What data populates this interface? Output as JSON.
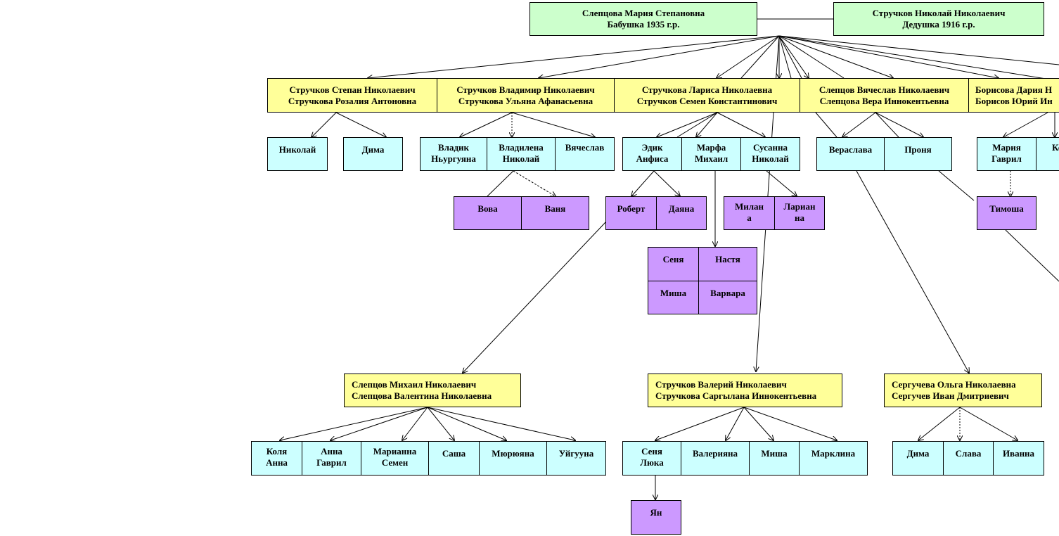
{
  "grandparents": {
    "grandmother": {
      "line1": "Слепцова Мария Степановна",
      "line2": "Бабушка  1935 г.р."
    },
    "grandfather": {
      "line1": "Стручков Николай Николаевич",
      "line2": "Дедушка  1916 г.р."
    }
  },
  "couples": {
    "c1": {
      "line1": "Стручков  Степан Николаевич",
      "line2": "Стручкова Розалия Антоновна"
    },
    "c2": {
      "line1": "Стручков  Владимир Николаевич",
      "line2": "Стручкова Ульяна Афанасьевна"
    },
    "c3": {
      "line1": "Стручкова  Лариса Николаевна",
      "line2": "Стручков  Семен Константинович"
    },
    "c4": {
      "line1": "Слепцов Вячеслав Николаевич",
      "line2": "Слепцова Вера Иннокентьевна"
    },
    "c5": {
      "line1": "Борисова Дария Н",
      "line2": "Борисов Юрий Ин"
    },
    "c6": {
      "line1": "Слепцов Михаил Николаевич",
      "line2": "Слепцова Валентина Николаевна"
    },
    "c7": {
      "line1": "Стручков  Валерий Николаевич",
      "line2": "Стручкова Саргылана Иннокентьевна"
    },
    "c8": {
      "line1": "Сергучева Ольга Николаевна",
      "line2": "Сергучев  Иван Дмитриевич"
    }
  },
  "children": {
    "nikolai": "Николай",
    "dima1": "Дима",
    "vladik": [
      "Владик",
      "Ньургуяна"
    ],
    "vladilena": [
      "Владилена",
      "Николай"
    ],
    "vyacheslav": "Вячеслав",
    "edik": [
      "Эдик",
      "Анфиса"
    ],
    "marfa": [
      "Марфа",
      "Михаил"
    ],
    "susanna": [
      "Сусанна",
      "Николай"
    ],
    "veraslava": "Верaслава",
    "pronya": "Проня",
    "maria": [
      "Мария",
      "Гаврил"
    ],
    "ke": "Ке",
    "kolya": [
      "Коля",
      "Анна"
    ],
    "anna": [
      "Анна",
      "Гаврил"
    ],
    "marianna": [
      "Марианна",
      "Семен"
    ],
    "sasha": "Саша",
    "myuryana": "Мюрюяна",
    "uyguna": "Уйгууна",
    "senya2": [
      "Сеня",
      "Люка"
    ],
    "valeriyana": "Валерияна",
    "misha2": "Миша",
    "marklina": "Марклина",
    "dima2": "Дима",
    "slava": "Слава",
    "ivanna": "Иванна"
  },
  "grandchildren": {
    "vova": "Вова",
    "vanya": "Ваня",
    "robert": "Роберт",
    "dayana": "Даяна",
    "milana": [
      "Милан",
      "а"
    ],
    "lariana": [
      "Лариан",
      "на"
    ],
    "senya": "Сеня",
    "nastya": "Настя",
    "misha": "Миша",
    "varvara": "Варвара",
    "timosha": "Тимоша",
    "yan": "Ян"
  }
}
